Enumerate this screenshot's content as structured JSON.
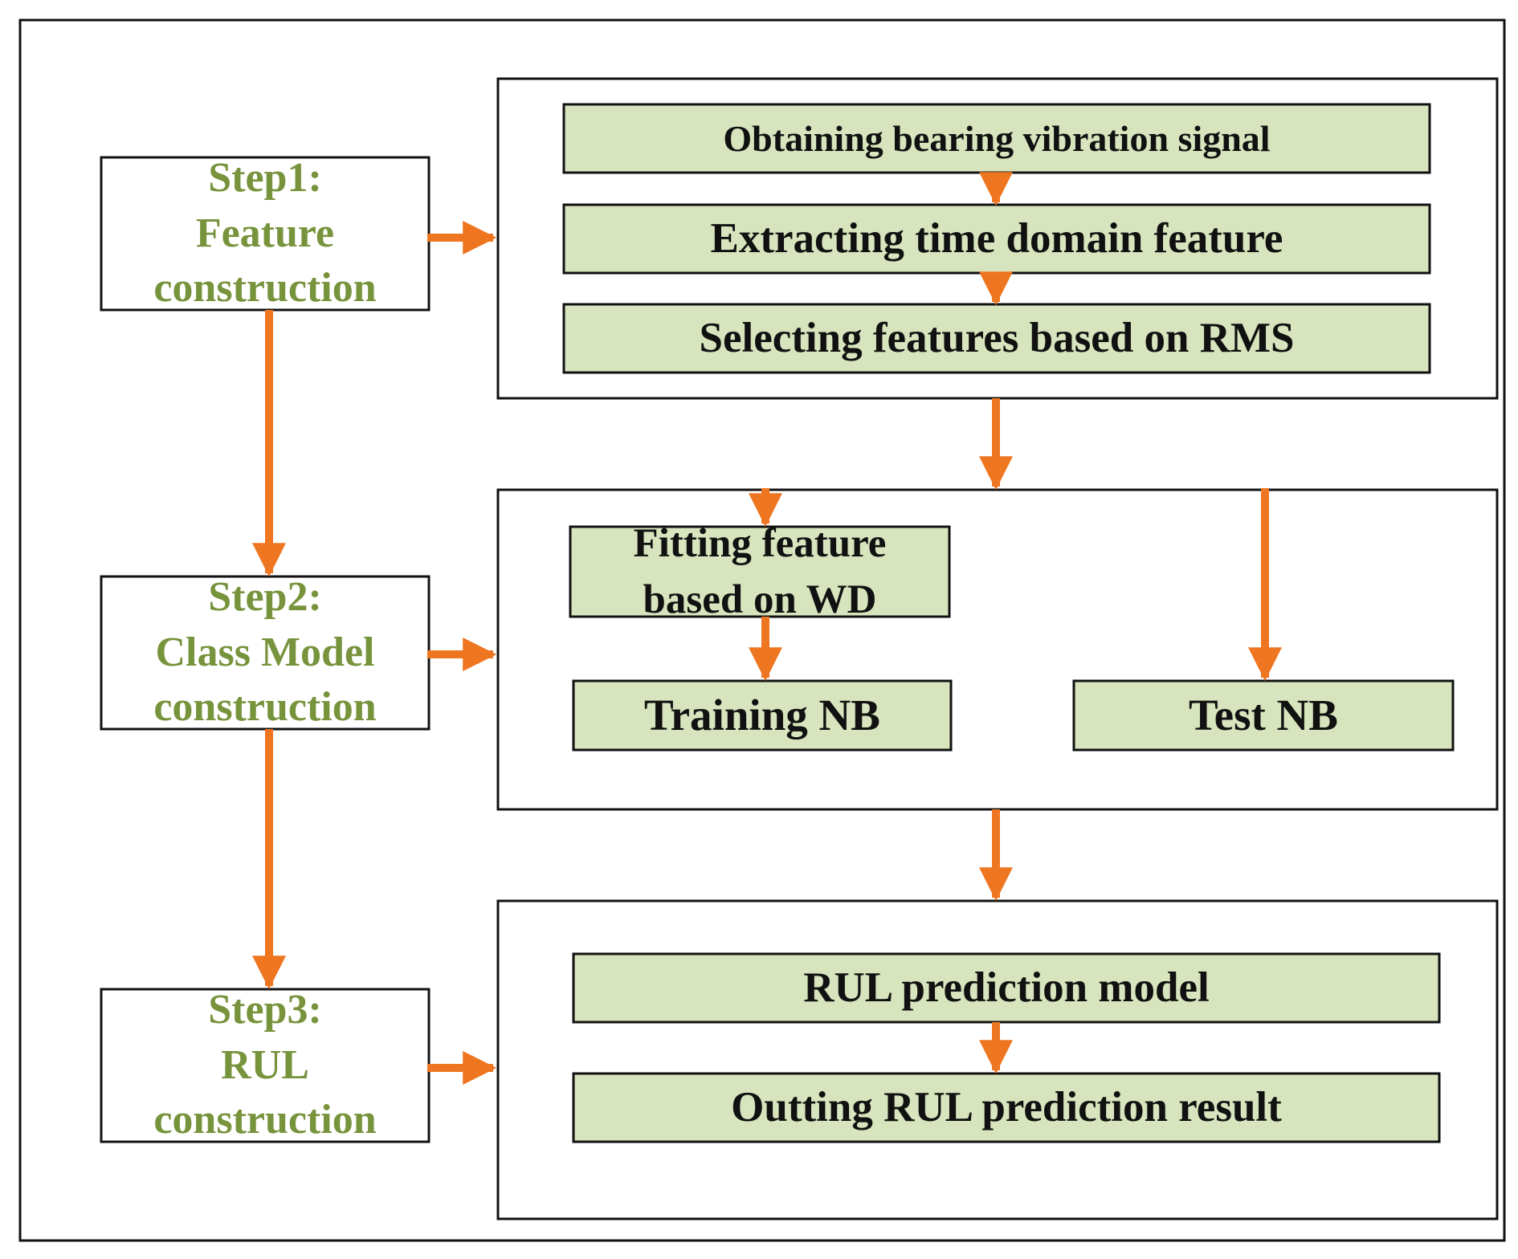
{
  "colors": {
    "arrow": "#ee7621",
    "box_fill": "#d7e4bd",
    "step_text": "#77933c",
    "border": "#111111"
  },
  "steps": [
    {
      "label": "Step1:\nFeature\nconstruction"
    },
    {
      "label": "Step2:\nClass Model\nconstruction"
    },
    {
      "label": "Step3:\nRUL\nconstruction"
    }
  ],
  "stage1": {
    "items": [
      "Obtaining bearing vibration signal",
      "Extracting time domain feature",
      "Selecting features based on RMS"
    ]
  },
  "stage2": {
    "fitting": "Fitting feature\nbased on WD",
    "training": "Training NB",
    "test": "Test NB"
  },
  "stage3": {
    "items": [
      "RUL prediction model",
      "Outting RUL prediction result"
    ]
  }
}
